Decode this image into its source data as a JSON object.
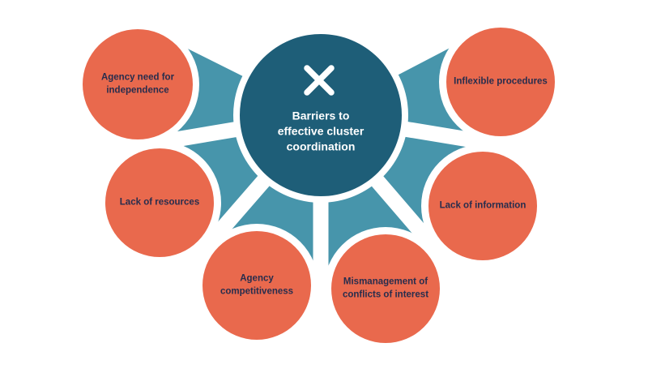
{
  "diagram": {
    "title": "Barriers to effective cluster coordination",
    "background_color": "#ffffff",
    "connector_color": "#4795ab",
    "node_color": "#e9694d",
    "node_text_color": "#272d4d",
    "center": {
      "color": "#1e5e78",
      "text_color": "#ffffff",
      "icon": "x-cross-icon",
      "lines": [
        "Barriers to",
        "effective cluster",
        "coordination"
      ]
    },
    "nodes": [
      {
        "position": "top-left",
        "label": "Agency need for independence",
        "lines": [
          "Agency need for",
          "independence"
        ]
      },
      {
        "position": "top-right",
        "label": "Inflexible procedures",
        "lines": [
          "Inflexible procedures"
        ]
      },
      {
        "position": "middle-left",
        "label": "Lack of resources",
        "lines": [
          "Lack of resources"
        ]
      },
      {
        "position": "middle-right",
        "label": "Lack of information",
        "lines": [
          "Lack of information"
        ]
      },
      {
        "position": "bottom-left",
        "label": "Agency competitiveness",
        "lines": [
          "Agency",
          "competitiveness"
        ]
      },
      {
        "position": "bottom-right",
        "label": "Mismanagement of conflicts of interest",
        "lines": [
          "Mismanagement of",
          "conflicts of interest"
        ]
      }
    ]
  }
}
